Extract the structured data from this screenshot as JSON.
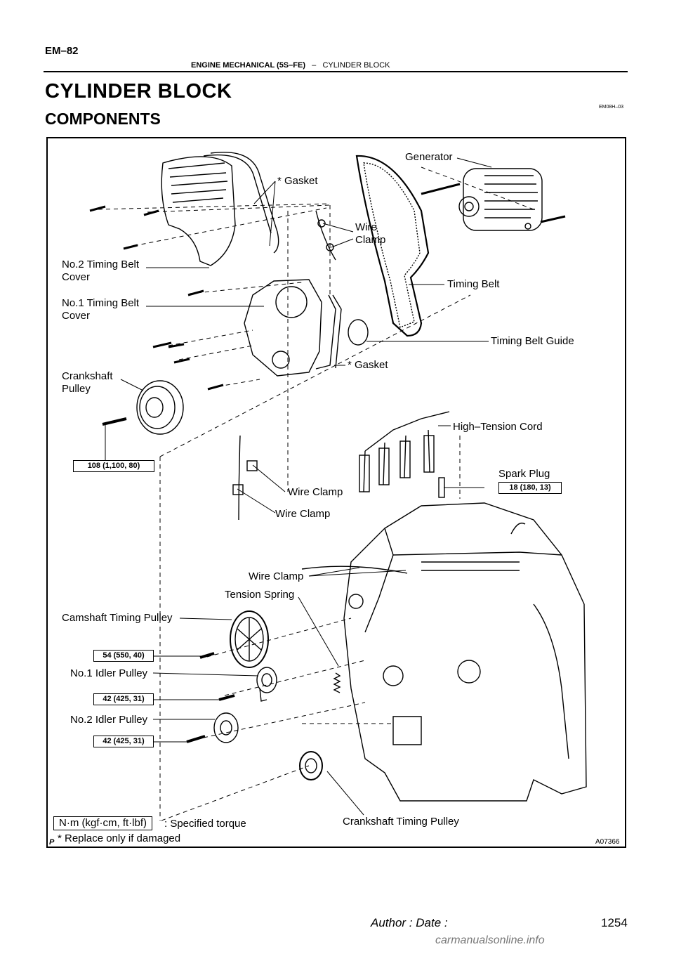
{
  "header": {
    "page_number": "EM–82",
    "section": "ENGINE MECHANICAL (5S–FE)",
    "separator": "–",
    "subsection": "CYLINDER BLOCK"
  },
  "title": "CYLINDER BLOCK",
  "subtitle": "COMPONENTS",
  "ref_code": "EM08H–03",
  "figure": {
    "labels": {
      "gasket_top": "* Gasket",
      "generator": "Generator",
      "wire_clamp_top": "Wire\nClamp",
      "no2_cover": "No.2 Timing Belt\nCover",
      "timing_belt": "Timing Belt",
      "no1_cover": "No.1 Timing Belt\nCover",
      "belt_guide": "Timing Belt Guide",
      "gasket_mid": "* Gasket",
      "crank_pulley": "Crankshaft\nPulley",
      "ht_cord": "High–Tension Cord",
      "spark_plug": "Spark Plug",
      "wire_clamp_a": "Wire Clamp",
      "wire_clamp_b": "Wire Clamp",
      "wire_clamp_c": "Wire Clamp",
      "tension_spring": "Tension Spring",
      "cam_pulley": "Camshaft Timing Pulley",
      "no1_idler": "No.1 Idler Pulley",
      "no2_idler": "No.2 Idler Pulley",
      "crank_timing_pulley": "Crankshaft Timing Pulley"
    },
    "torques": {
      "crank_pulley_bolt": "108 (1,100, 80)",
      "spark_plug": "18 (180, 13)",
      "cam_pulley_bolt": "54 (550, 40)",
      "no1_idler_bolt": "42 (425, 31)",
      "no2_idler_bolt": "42 (425, 31)"
    },
    "legend": {
      "unit_box": "N·m (kgf·cm, ft·lbf)",
      "unit_text": ": Specified torque",
      "note": "* Replace only if damaged"
    },
    "marker": "P",
    "figure_code": "A07366"
  },
  "footer": {
    "author_date": "Author :                    Date :",
    "page": "1254",
    "site": "carmanualsonline.info"
  }
}
